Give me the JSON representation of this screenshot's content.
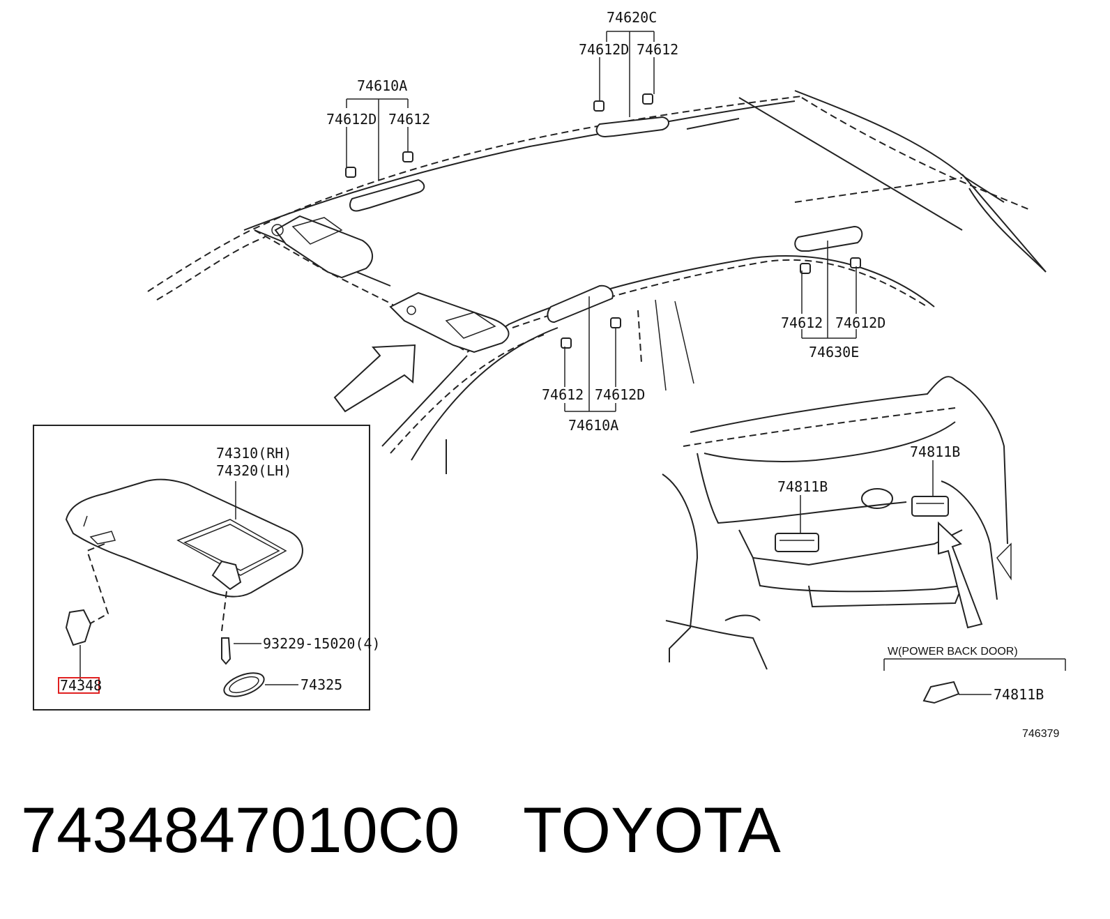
{
  "callouts": {
    "c74620C": "74620C",
    "c74612D_top": "74612D",
    "c74612_top": "74612",
    "c74610A_left": "74610A",
    "c74612D_left": "74612D",
    "c74612_left": "74612",
    "c74612_rear": "74612",
    "c74612D_rear": "74612D",
    "c74630E": "74630E",
    "c74612_mid": "74612",
    "c74612D_mid": "74612D",
    "c74610A_mid": "74610A",
    "c74811B_upper": "74811B",
    "c74811B_lower": "74811B",
    "c74811B_power": "74811B",
    "power_back_door": "W(POWER BACK DOOR)",
    "diagram_number": "746379"
  },
  "inset": {
    "c74310": "74310(RH)",
    "c74320": "74320(LH)",
    "c93229": "93229-15020(4)",
    "c74325": "74325",
    "c74348": "74348"
  },
  "highlight_color": "#e02020",
  "caption": {
    "part_number": "7434847010C0",
    "brand": "TOYOTA"
  }
}
